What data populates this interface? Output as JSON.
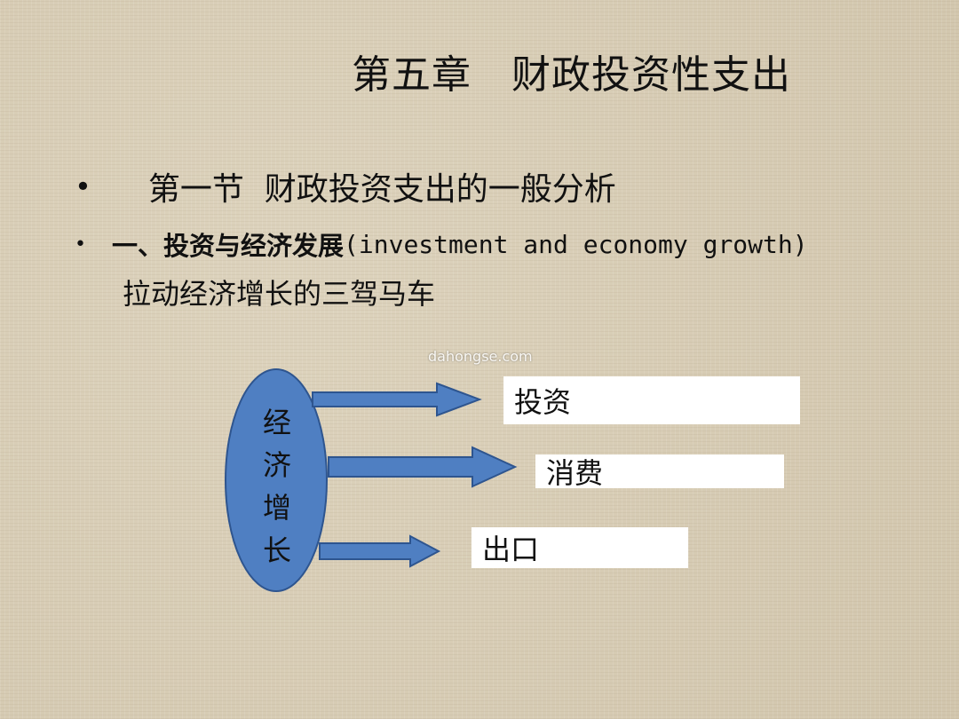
{
  "slide": {
    "title": "第五章   财政投资性支出",
    "bullet_symbol": "•",
    "bullets": [
      {
        "text": "  第一节  财政投资支出的一般分析"
      },
      {
        "heading": "一、投资与经济发展",
        "english": "(investment and economy growth)"
      }
    ],
    "subline": "拉动经济增长的三驾马车",
    "watermark": "dahongse.com"
  },
  "diagram": {
    "center_label": [
      "经",
      "济",
      "增",
      "长"
    ],
    "targets": [
      {
        "label": "投资"
      },
      {
        "label": "消费"
      },
      {
        "label": "出口"
      }
    ],
    "colors": {
      "ellipse_fill": "#4f7fc2",
      "ellipse_stroke": "#2e558f",
      "arrow_fill": "#4f7fc2",
      "arrow_stroke": "#2e558f",
      "box_fill": "#ffffff"
    }
  }
}
